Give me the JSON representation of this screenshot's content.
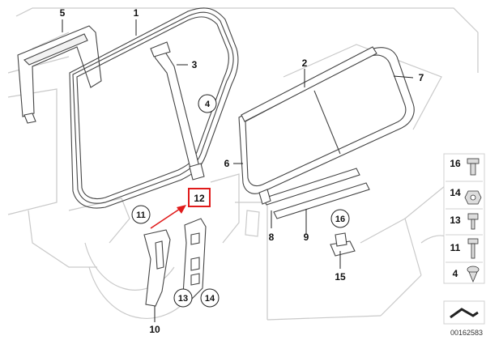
{
  "callouts": {
    "c1": "1",
    "c2": "2",
    "c3": "3",
    "c4": "4",
    "c5": "5",
    "c6": "6",
    "c7": "7",
    "c8": "8",
    "c9": "9",
    "c10": "10",
    "c11": "11",
    "c12": "12",
    "c13": "13",
    "c14": "14",
    "c15": "15",
    "c16": "16"
  },
  "legend": [
    {
      "label": "16",
      "icon": "bolt-icon"
    },
    {
      "label": "14",
      "icon": "nut-icon"
    },
    {
      "label": "13",
      "icon": "screw-icon"
    },
    {
      "label": "11",
      "icon": "long-screw-icon"
    },
    {
      "label": "4",
      "icon": "clip-icon"
    }
  ],
  "highlight": {
    "label": "12",
    "color": "#e01b1b"
  },
  "document_id": "00162583",
  "colors": {
    "car_outline": "#c9c9c9",
    "part_outline": "#444444",
    "accent": "#e01b1b"
  }
}
